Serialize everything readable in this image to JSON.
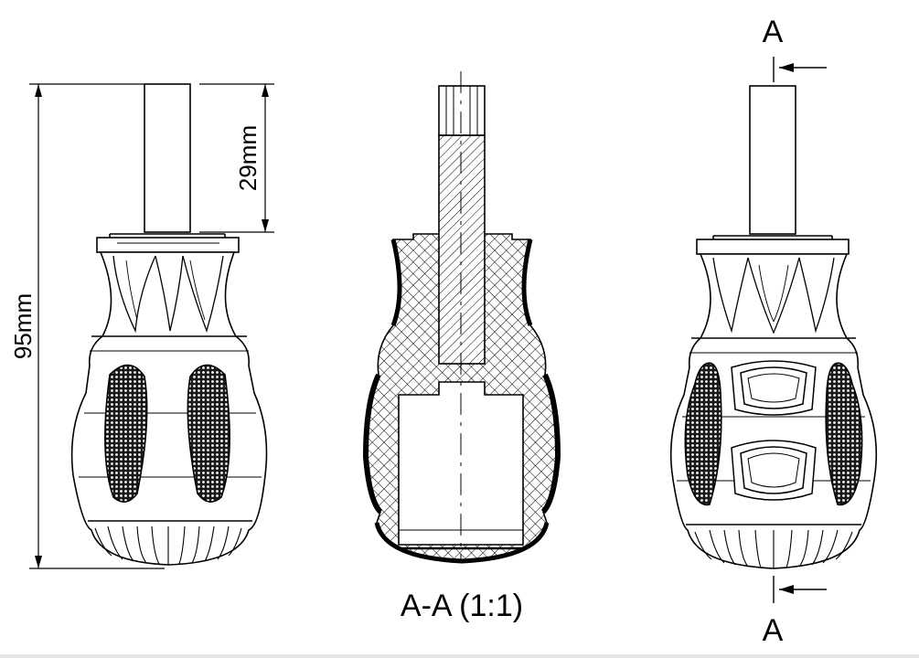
{
  "dimensions": {
    "overall_length": "95mm",
    "shaft_length": "29mm"
  },
  "section": {
    "caption": "A-A (1:1)",
    "marker_top": "A",
    "marker_bottom": "A"
  }
}
